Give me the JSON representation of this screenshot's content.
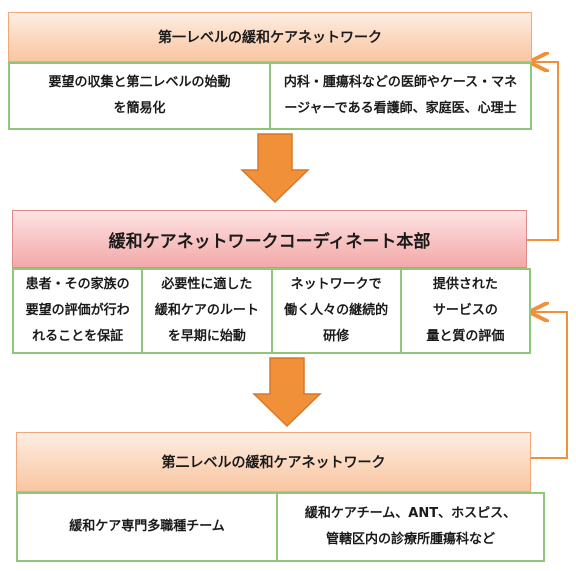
{
  "level1": {
    "title": "第一レベルの緩和ケアネットワーク",
    "cells": [
      [
        "要望の収集と第二レベルの始動",
        "を簡易化"
      ],
      [
        "内科・腫瘍科などの医師やケース・マネ",
        "ージャーである看護師、家庭医、心理士"
      ]
    ]
  },
  "hub": {
    "title": "緩和ケアネットワークコーディネート本部",
    "cells": [
      [
        "患者・その家族の",
        "要望の評価が行わ",
        "れることを保証"
      ],
      [
        "必要性に適した",
        "緩和ケアのルート",
        "を早期に始動"
      ],
      [
        "ネットワークで",
        "働く人々の継続的",
        "研修"
      ],
      [
        "提供された",
        "サービスの",
        "量と質の評価"
      ]
    ]
  },
  "level2": {
    "title": "第二レベルの緩和ケアネットワーク",
    "cells": [
      [
        "緩和ケア専門多職種チーム"
      ],
      [
        "緩和ケアチーム、ANT、ホスピス、",
        "管轄区内の診療所腫瘍科など"
      ]
    ]
  },
  "colors": {
    "arrow_fill": "#f0913a",
    "arrow_stroke": "#d9772a",
    "connector": "#f0913a",
    "green_border": "#8fc67a"
  }
}
